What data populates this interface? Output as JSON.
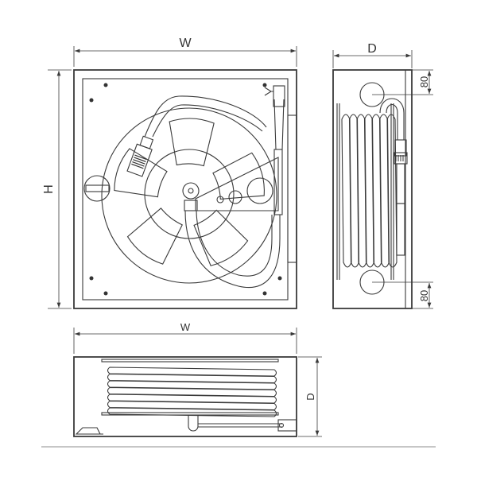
{
  "drawing": {
    "front_view": {
      "width_label": "W",
      "height_label": "H"
    },
    "side_view": {
      "depth_label": "D",
      "top_offset_label": "80",
      "bottom_offset_label": "80"
    },
    "top_view": {
      "width_label": "W",
      "depth_label": "D"
    },
    "colors": {
      "line": "#3a3a3a",
      "background": "#ffffff"
    }
  }
}
